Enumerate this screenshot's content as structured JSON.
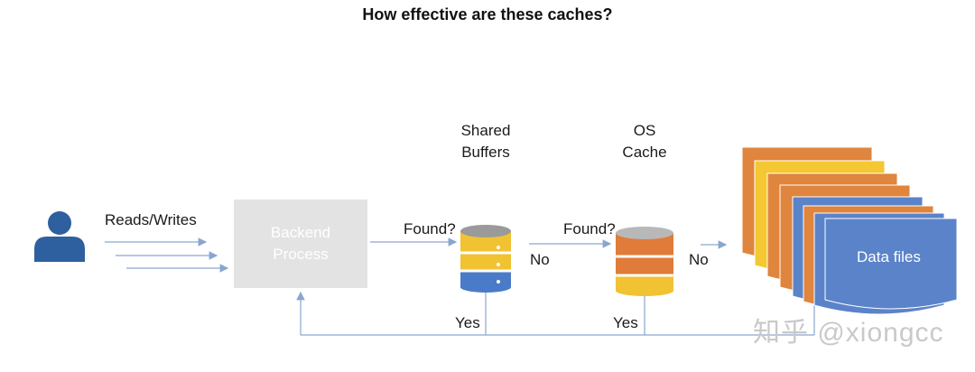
{
  "title": "How effective are these caches?",
  "reads_writes": "Reads/Writes",
  "backend_line1": "Backend",
  "backend_line2": "Process",
  "shared_buffers_line1": "Shared",
  "shared_buffers_line2": "Buffers",
  "os_cache_line1": "OS",
  "os_cache_line2": "Cache",
  "found_1": "Found?",
  "found_2": "Found?",
  "no_1": "No",
  "no_2": "No",
  "yes_1": "Yes",
  "yes_2": "Yes",
  "data_files": "Data files",
  "watermark": "知乎 @xiongcc",
  "colors": {
    "user": "#2e5f9e",
    "arrow": "#8aa6cf",
    "backend_box": "#e3e3e3",
    "db_top": "#9a9a9a",
    "shared_band_yellow": "#f1c232",
    "shared_band_blue": "#4a7bc8",
    "os_band_orange": "#e07b39",
    "os_band_yellow": "#f1c232",
    "file_orange": "#e0853d",
    "file_yellow": "#f3c832",
    "file_blue": "#5b83c9"
  }
}
